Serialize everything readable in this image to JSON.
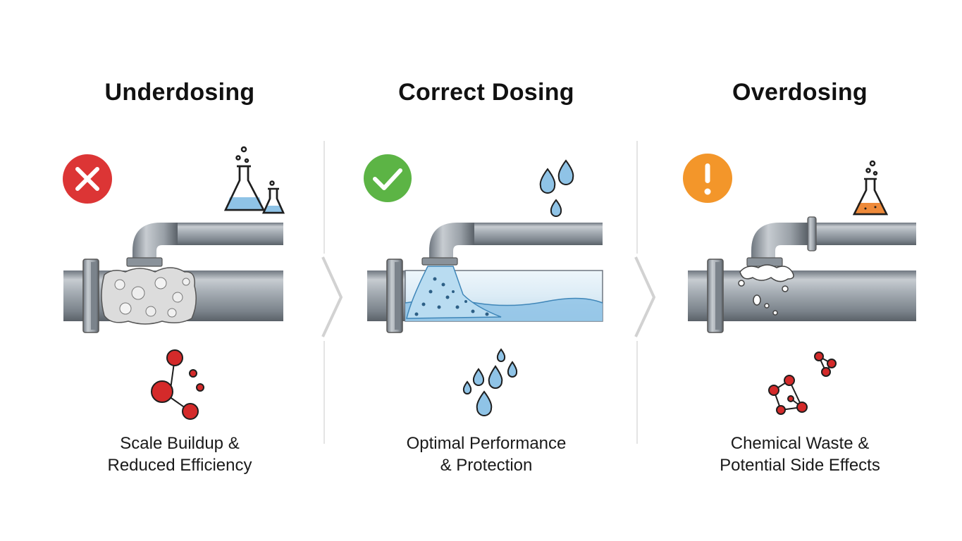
{
  "colors": {
    "status_error": "#dc3535",
    "status_ok": "#5cb445",
    "status_warning": "#f3962a",
    "pipe_steel": "#9aa3ab",
    "water_blue": "#8fc3e6",
    "molecule_red": "#d42a2a",
    "overdose_liquid": "#ee8a3a"
  },
  "panels": [
    {
      "title": "Underdosing",
      "status_icon": "error-x-icon",
      "caption_line1": "Scale Buildup &",
      "caption_line2": "Reduced Efficiency"
    },
    {
      "title": "Correct Dosing",
      "status_icon": "success-check-icon",
      "caption_line1": "Optimal Performance",
      "caption_line2": "& Protection"
    },
    {
      "title": "Overdosing",
      "status_icon": "warning-exclamation-icon",
      "caption_line1": "Chemical Waste &",
      "caption_line2": "Potential Side Effects"
    }
  ]
}
